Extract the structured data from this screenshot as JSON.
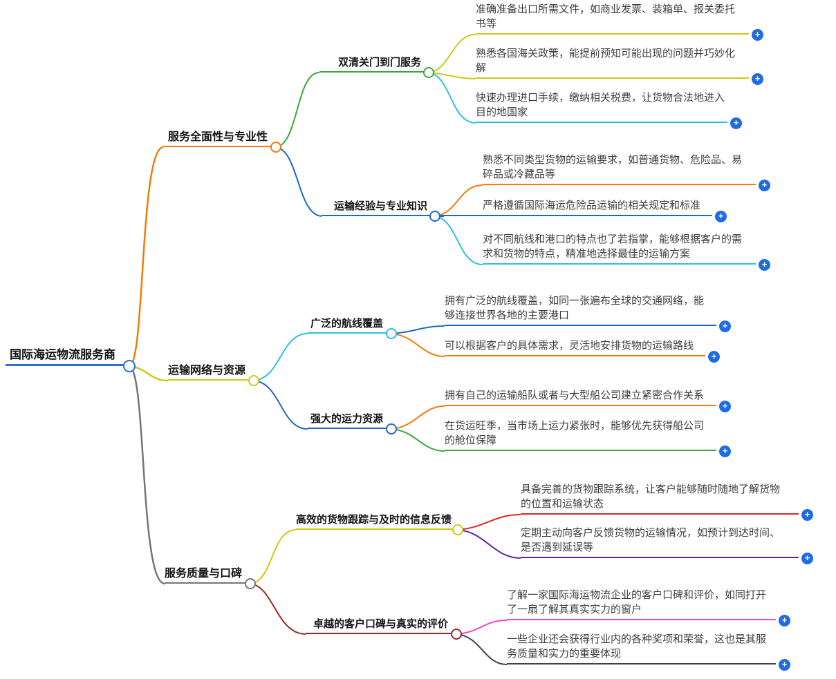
{
  "palette": {
    "root_blue": "#2b6fd4",
    "blue": "#1c69c4",
    "orange": "#f5790b",
    "yellow": "#d3c614",
    "green": "#39a839",
    "cyan": "#2bc0e4",
    "gray": "#737578",
    "dark_red": "#8f2b26",
    "red": "#e02424",
    "purple": "#6227ae",
    "pink": "#ef45c5",
    "dark": "#3c414b",
    "expand_button_blue": "#1f6be6",
    "node_fill": "#ffffff"
  },
  "expand_icon": {
    "glyph": "+"
  },
  "root": {
    "label": "国际海运物流服务商"
  },
  "branches": [
    {
      "label": "服务全面性与专业性",
      "children": [
        {
          "label": "双清关门到门服务",
          "leaves": [
            {
              "text": "准确准备出口所需文件，如商业发票、装箱单、报关委托书等"
            },
            {
              "text": "熟悉各国海关政策，能提前预知可能出现的问题并巧妙化解"
            },
            {
              "text": "快速办理进口手续，缴纳相关税费，让货物合法地进入目的地国家"
            }
          ]
        },
        {
          "label": "运输经验与专业知识",
          "leaves": [
            {
              "text": "熟悉不同类型货物的运输要求，如普通货物、危险品、易碎品或冷藏品等"
            },
            {
              "text": "严格遵循国际海运危险品运输的相关规定和标准"
            },
            {
              "text": "对不同航线和港口的特点也了若指掌，能够根据客户的需求和货物的特点，精准地选择最佳的运输方案"
            }
          ]
        }
      ]
    },
    {
      "label": "运输网络与资源",
      "children": [
        {
          "label": "广泛的航线覆盖",
          "leaves": [
            {
              "text": "拥有广泛的航线覆盖，如同一张遍布全球的交通网络，能够连接世界各地的主要港口"
            },
            {
              "text": "可以根据客户的具体需求，灵活地安排货物的运输路线"
            }
          ]
        },
        {
          "label": "强大的运力资源",
          "leaves": [
            {
              "text": "拥有自己的运输船队或者与大型船公司建立紧密合作关系"
            },
            {
              "text": "在货运旺季，当市场上运力紧张时，能够优先获得船公司的舱位保障"
            }
          ]
        }
      ]
    },
    {
      "label": "服务质量与口碑",
      "children": [
        {
          "label": "高效的货物跟踪与及时的信息反馈",
          "leaves": [
            {
              "text": "具备完善的货物跟踪系统，让客户能够随时随地了解货物的位置和运输状态"
            },
            {
              "text": "定期主动向客户反馈货物的运输情况，如预计到达时间、是否遇到延误等"
            }
          ]
        },
        {
          "label": "卓越的客户口碑与真实的评价",
          "leaves": [
            {
              "text": "了解一家国际海运物流企业的客户口碑和评价，如同打开了一扇了解其真实实力的窗户"
            },
            {
              "text": "一些企业还会获得行业内的各种奖项和荣誉，这也是其服务质量和实力的重要体现"
            }
          ]
        }
      ]
    }
  ]
}
